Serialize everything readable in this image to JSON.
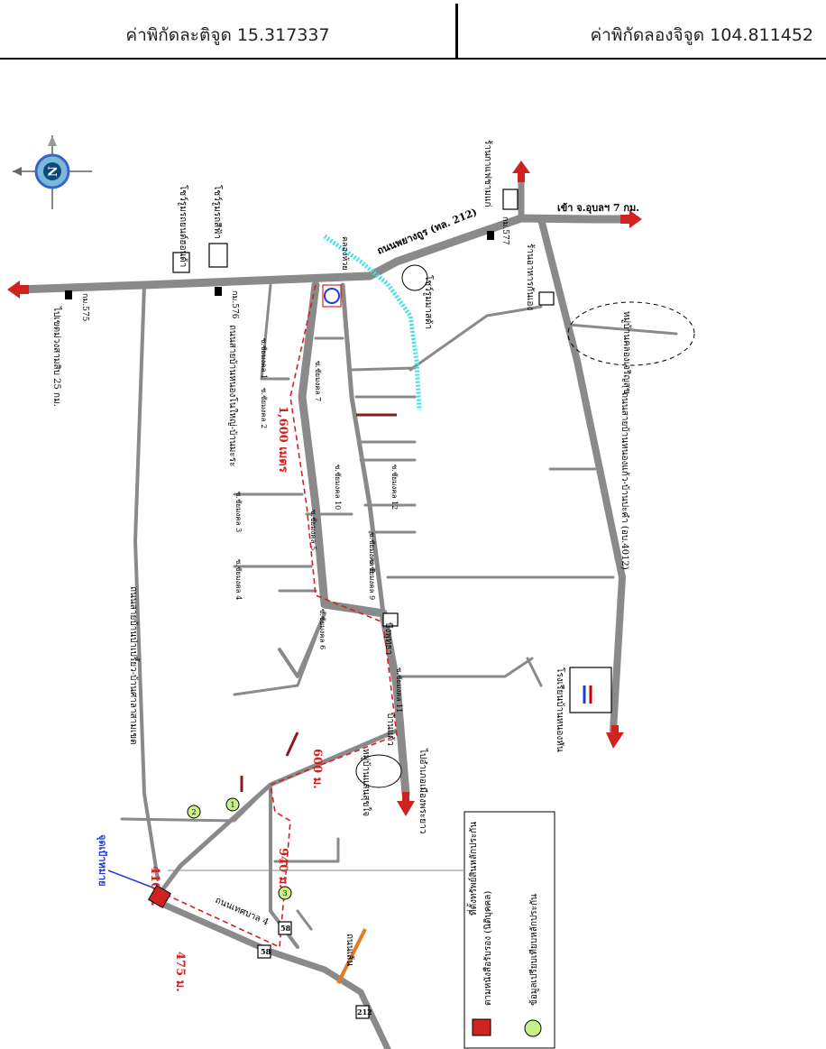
{
  "header": {
    "latitude_label": "ค่าพิกัดละติจูด 15.317337",
    "longitude_label": "ค่าพิกัดลองจิจูด 104.811452"
  },
  "map": {
    "roads": {
      "main_road": "ถนนพยางถูร (ทล. 212)",
      "to_ubon": "เข้า จ.อุบลฯ 7 กม.",
      "to_amnat": "ไปเขตม่วงสามสิบ 25 กม.",
      "to_kamyon": "ไปอำเภอเมืองพระยาว",
      "road_4012": "ถนนสายบ้านหนองแก้ว-บ้านปะคำ (อบ.4012)",
      "road_left": "ถนนสายบ้านหนองโนใหญ่-บ้านมะระ",
      "road_mid": "ถนนสายบ้านป่าเปรี้ยว-บ้านศาลาสามเขต",
      "road_bottom": "ถนนเทศบาล 4",
      "road_small": "ถนนเส้น"
    },
    "km_markers": [
      "กม.575",
      "กม.576",
      "กม.577"
    ],
    "landmarks": {
      "honda": "โชว์รูมรถยนต์ฮอนด้า",
      "showroom_small": "โชว์รูมรถสีฟ้า",
      "mazda": "โชว์รูมมาสด้า",
      "market": "ร้านกาแฟชามแก่",
      "shop": "ร้านอาหารกันเอง",
      "school": "โรงเรียนบ้านหนองหัน",
      "temple_area": "หมู่บ้านแสนสุขใจ",
      "village": "หมู่บ้านคลองเจริญสุข",
      "ban_khon": "บ้านแก้ว",
      "pond": "บึงพุทธา",
      "canal": "คลองห้วย"
    },
    "distances": {
      "d1": "1,600 เมตร",
      "d2": "600 ม.",
      "d3": "940 ม.",
      "d4": "475 ม.",
      "d5": "410 ม."
    },
    "soi_labels": [
      "ซ.ชัยมงคล 1",
      "ซ.ชัยมงคล 2",
      "ซ.ชัยมงคล 3",
      "ซ.ชัยมงคล 4",
      "ซ.ชัยมงคล 5",
      "ซ.ชัยมงคล 6",
      "ซ.ชัยมงคล 7",
      "ซ.ชัยมงคล 8",
      "ซ.ชัยมงคล 9",
      "ซ.ชัยมงคล 10",
      "ซ.ชัยมงคล 11",
      "ซ.ชัยมงคล 12"
    ],
    "route_numbers": [
      "58",
      "58",
      "212"
    ],
    "circle_numbers": [
      "1",
      "2",
      "3"
    ],
    "target_label": "จุดเป้าหมาย",
    "compass_letter": "N",
    "legend": {
      "red_square": "ที่ตั้งทรัพย์สินหลักประกัน",
      "red_square_sub": "ตามหนังสือรับรอง (นิติบุคคล)",
      "green_circle": "ข้อมูลเปรียบเทียบหลักประกัน"
    }
  }
}
